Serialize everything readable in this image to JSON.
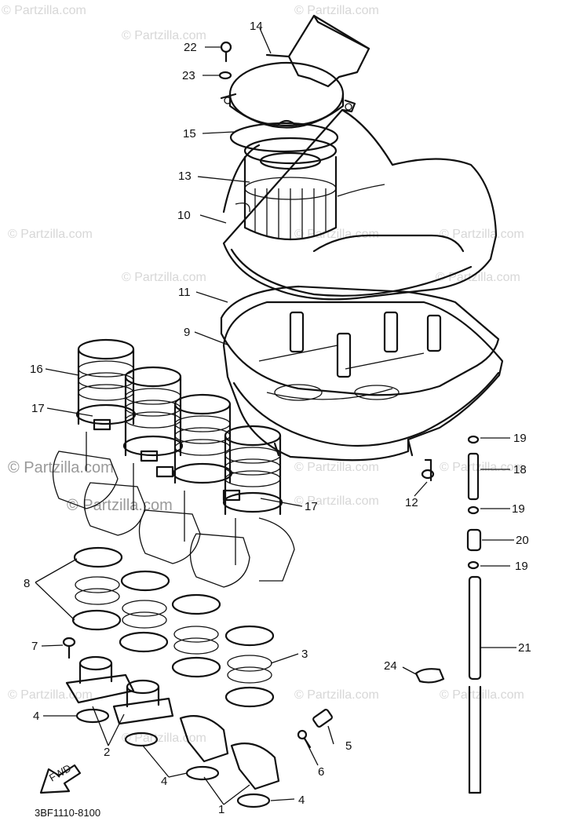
{
  "watermark": {
    "text": "© Partzilla.com",
    "prominent_text": "© Partzilla.com"
  },
  "diagram_code": "3BF1110-8100",
  "fwd_marker": "FWD",
  "callouts": {
    "c22": "22",
    "c14": "14",
    "c23": "23",
    "c15": "15",
    "c13": "13",
    "c10": "10",
    "c11": "11",
    "c9": "9",
    "c16": "16",
    "c17a": "17",
    "c17b": "17",
    "c19a": "19",
    "c18": "18",
    "c12": "12",
    "c19b": "19",
    "c20": "20",
    "c19c": "19",
    "c8": "8",
    "c7": "7",
    "c3": "3",
    "c21": "21",
    "c24": "24",
    "c4a": "4",
    "c2": "2",
    "c5": "5",
    "c6": "6",
    "c4b": "4",
    "c1": "1",
    "c4c": "4"
  }
}
